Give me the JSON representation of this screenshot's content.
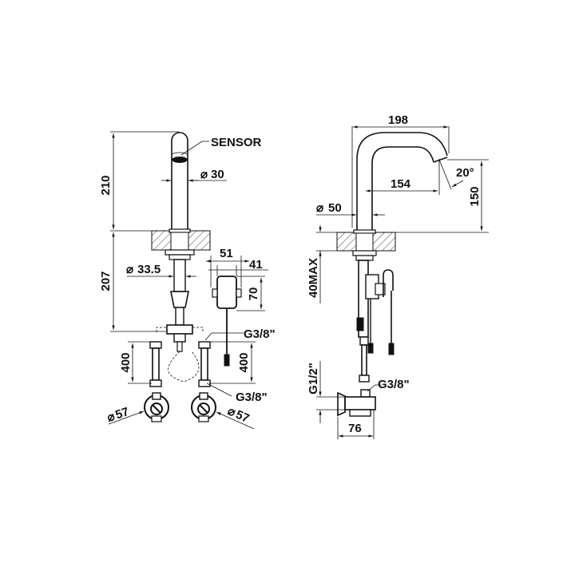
{
  "drawing": {
    "front_view": {
      "callouts": {
        "sensor": "SENSOR",
        "spout_height": "210",
        "spout_diameter": "30",
        "below_deck_length": "207",
        "shank_diameter": "33.5",
        "control_box_width": "51",
        "control_box_inner_width": "41",
        "control_box_height": "70",
        "connection_upper": "G3/8\"",
        "connection_lower": "G3/8\"",
        "hose_left_length": "400",
        "hose_right_length": "400",
        "valve_left_diameter": "57",
        "valve_right_diameter": "57"
      }
    },
    "side_view": {
      "callouts": {
        "reach_overall": "198",
        "reach_outlet": "154",
        "outlet_angle": "20°",
        "outlet_height": "150",
        "body_diameter": "50",
        "deck_thickness": "40MAX",
        "inlet_thread": "G1/2\"",
        "outlet_connection": "G3/8\"",
        "valve_depth": "76"
      }
    },
    "symbols": {
      "diameter": "⌀"
    }
  }
}
